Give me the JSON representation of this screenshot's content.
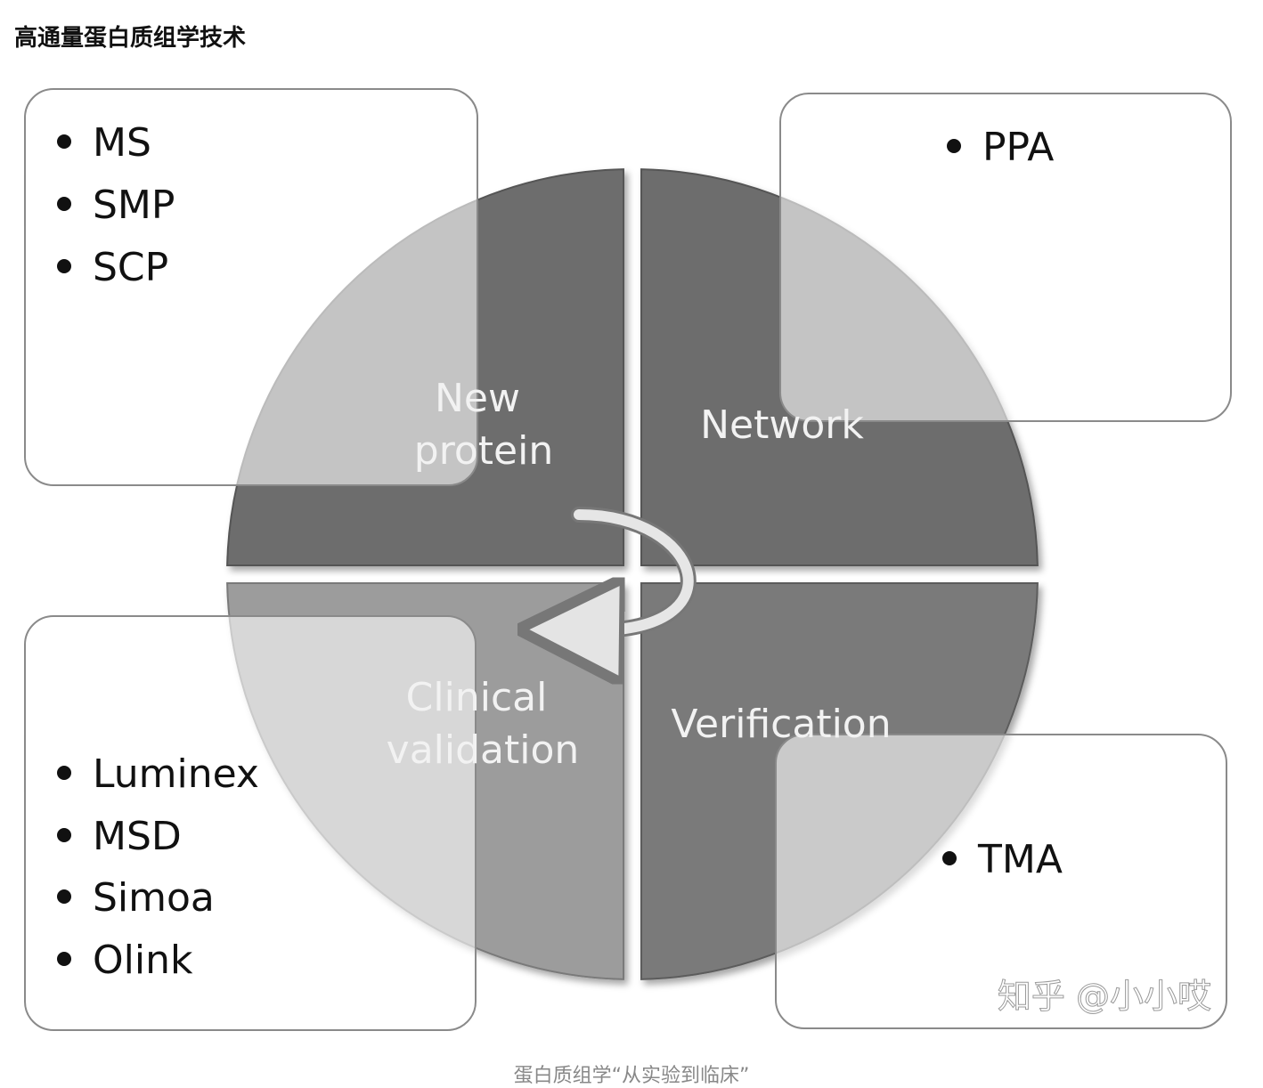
{
  "heading": "高通量蛋白质组学技术",
  "caption": "蛋白质组学“从实验到临床”",
  "watermark": "知乎 @小小哎",
  "quadrants": {
    "top_left": [
      "New",
      "protein"
    ],
    "top_right": [
      "Network"
    ],
    "bottom_left": [
      "Clinical",
      "validation"
    ],
    "bottom_right": [
      "Verification"
    ]
  },
  "boxes": {
    "top_left": [
      "MS",
      "SMP",
      "SCP"
    ],
    "top_right": [
      "PPA"
    ],
    "bottom_left": [
      "Luminex",
      "MSD",
      "Simoa",
      "Olink"
    ],
    "bottom_right": [
      "TMA"
    ]
  },
  "colors": {
    "quadrant_dark": "#6d6d6d",
    "quadrant_light": "#9c9c9c",
    "box_stroke": "#8a8a8a"
  }
}
